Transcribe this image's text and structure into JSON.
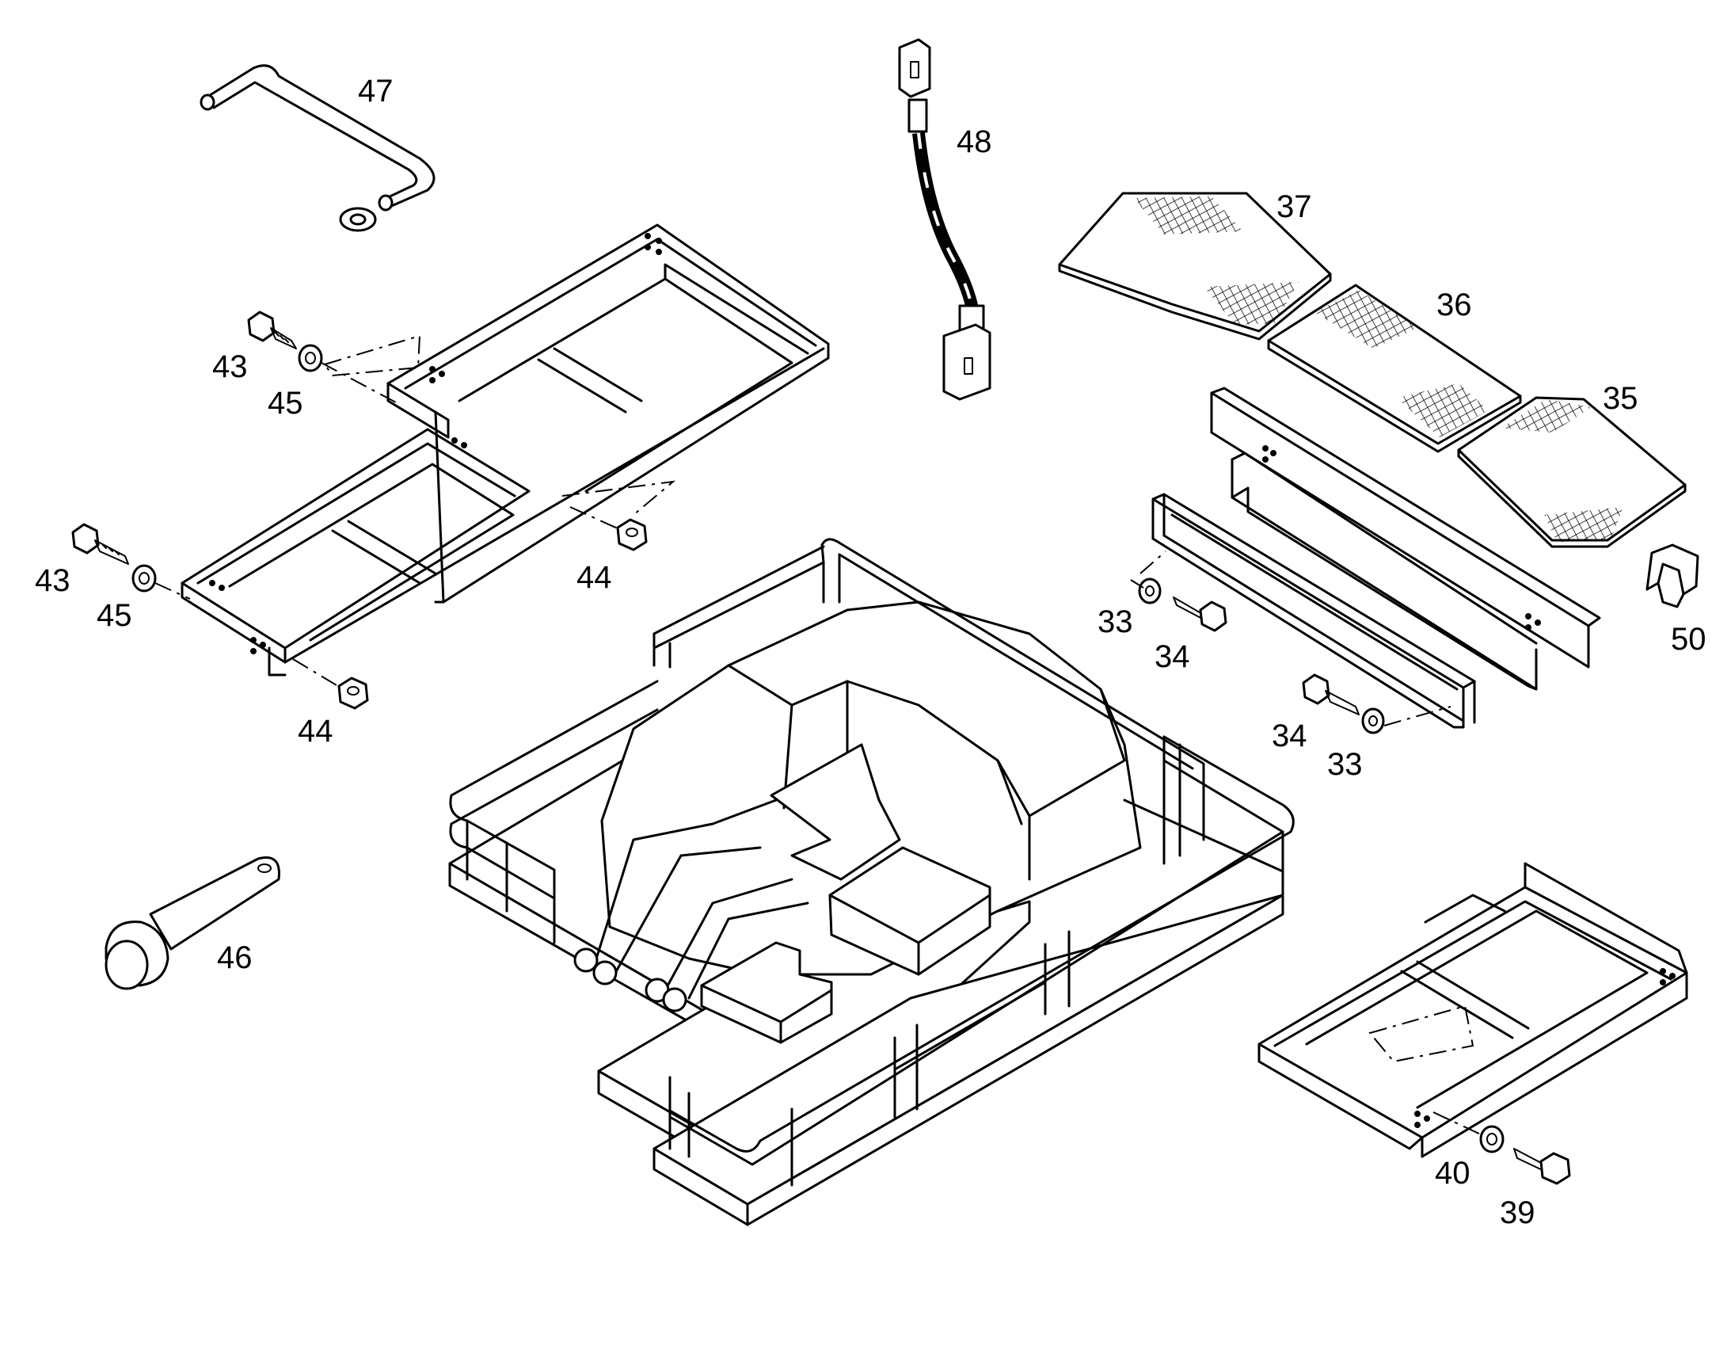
{
  "callouts": {
    "c47": "47",
    "c48": "48",
    "c37": "37",
    "c36": "36",
    "c35": "35",
    "c43a": "43",
    "c45a": "45",
    "c43b": "43",
    "c45b": "45",
    "c44a": "44",
    "c44b": "44",
    "c33a": "33",
    "c34a": "34",
    "c50": "50",
    "c34b": "34",
    "c33b": "33",
    "c46": "46",
    "c40": "40",
    "c39": "39"
  },
  "colors": {
    "ink": "#000000",
    "paper": "#ffffff"
  }
}
